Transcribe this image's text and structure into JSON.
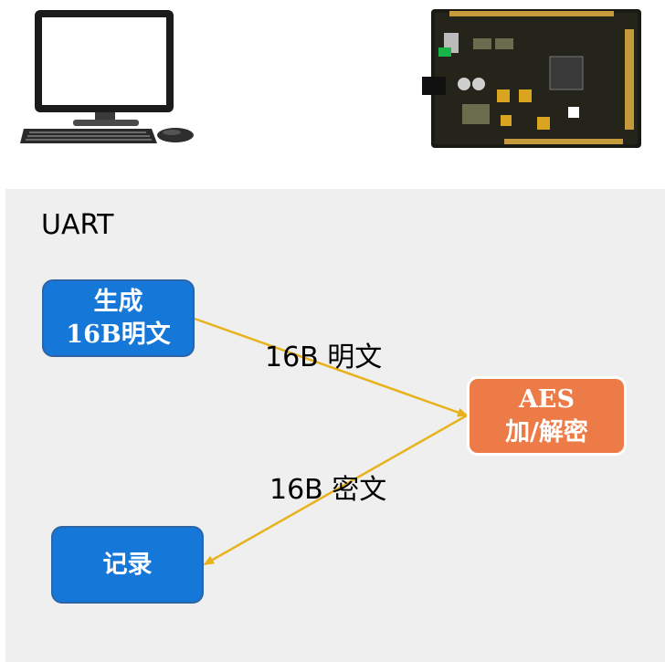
{
  "devices": {
    "computer_icon": "desktop-computer-icon",
    "board_icon": "fpga-board-icon"
  },
  "panel": {
    "label": "UART"
  },
  "nodes": {
    "generate": {
      "line1": "生成",
      "line2": "16B明文"
    },
    "aes": {
      "line1": "AES",
      "line2": "加/解密"
    },
    "record": {
      "line1": "记录"
    }
  },
  "edges": {
    "plaintext": "16B 明文",
    "ciphertext": "16B 密文"
  },
  "colors": {
    "blue_node": "#1578d8",
    "orange_node": "#ed7b47",
    "arrow": "#e8b21c",
    "panel_bg": "#efefef"
  }
}
